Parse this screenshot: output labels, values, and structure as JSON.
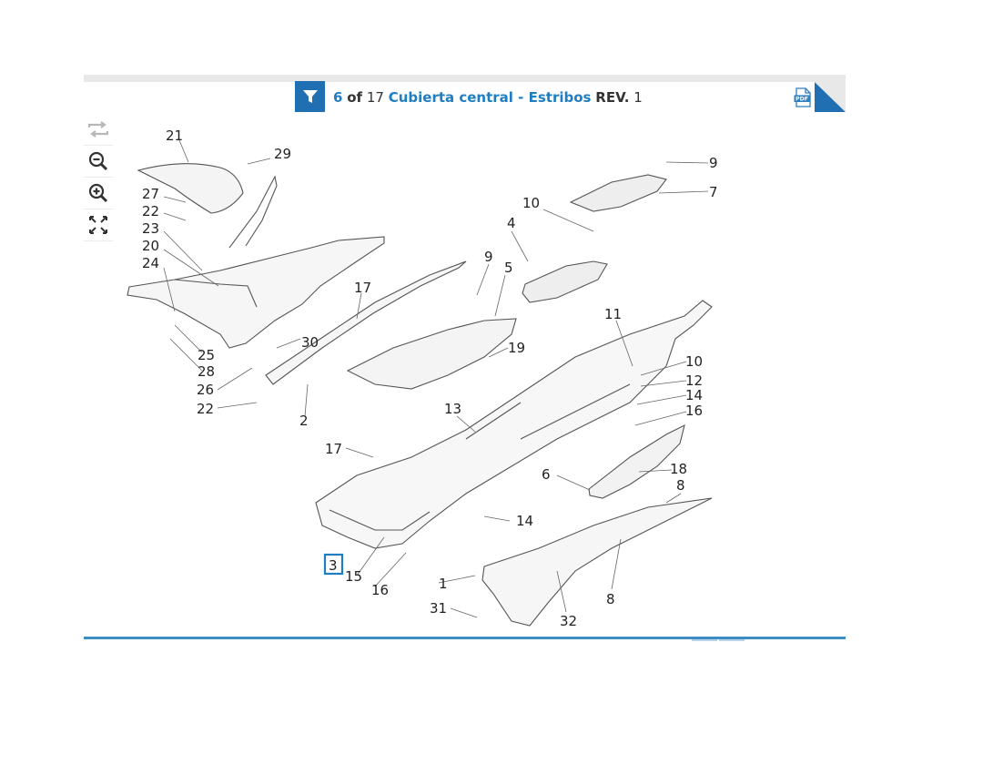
{
  "header": {
    "current_page": "6",
    "of_label": "of",
    "total_pages": "17",
    "section_title": "Cubierta central - Estribos",
    "rev_label": "REV.",
    "rev_number": "1"
  },
  "toolbar": {
    "tools": [
      {
        "icon": "rotate-icon",
        "enabled": false
      },
      {
        "icon": "zoom-out-icon",
        "enabled": true
      },
      {
        "icon": "zoom-in-icon",
        "enabled": true
      },
      {
        "icon": "fit-screen-icon",
        "enabled": true
      }
    ]
  },
  "pdf_icon_label": "PDF",
  "colors": {
    "accent": "#1f6fb2",
    "link_blue": "#1f7ec1",
    "divider": "#3d8cc4",
    "strip": "#e8e8e8"
  },
  "diagram": {
    "highlighted_part": "3",
    "callouts": [
      "21",
      "29",
      "27",
      "22",
      "23",
      "20",
      "24",
      "25",
      "28",
      "26",
      "22",
      "17",
      "30",
      "2",
      "9",
      "5",
      "19",
      "4",
      "10",
      "9",
      "7",
      "11",
      "10",
      "12",
      "14",
      "16",
      "13",
      "17",
      "6",
      "18",
      "8",
      "14",
      "15",
      "16",
      "1",
      "31",
      "32",
      "8",
      "3"
    ]
  }
}
